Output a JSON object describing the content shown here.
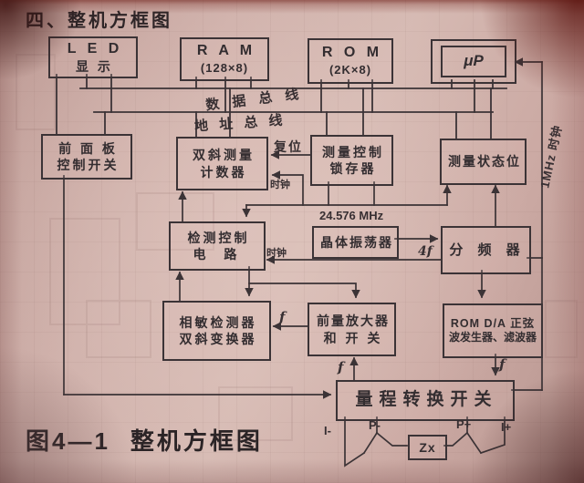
{
  "page": {
    "section_title": "四、整机方框图",
    "caption_number": "图4—1",
    "caption_title": "整机方框图"
  },
  "diagram": {
    "boxes": {
      "led": {
        "line1": "L E D",
        "line2": "显 示"
      },
      "ram": {
        "line1": "R A M",
        "line2": "(128×8)"
      },
      "rom": {
        "line1": "R O M",
        "line2": "(2K×8)"
      },
      "up": {
        "line1": "μP"
      },
      "front_panel": {
        "line1": "前 面 板",
        "line2": "控制开关"
      },
      "dual_slope_counter": {
        "line1": "双斜测量",
        "line2": "计数器"
      },
      "meas_ctrl_latch": {
        "line1": "测量控制",
        "line2": "锁存器"
      },
      "meas_status": {
        "line1": "测量状态位"
      },
      "detect_ctrl": {
        "line1": "检测控制",
        "line2": "电 路"
      },
      "crystal_osc": {
        "line1": "晶体振荡器"
      },
      "divider": {
        "line1": "分 频 器"
      },
      "phase_detector": {
        "line1": "相敏检测器",
        "line2": "双斜变换器"
      },
      "preamp": {
        "line1": "前量放大器",
        "line2": "和 开 关"
      },
      "rom_sine": {
        "line1": "ROM D/A 正弦",
        "line2": "波发生器、滤波器"
      },
      "range_switch": {
        "line1": "量程转换开关"
      },
      "zx": {
        "line1": "Zx"
      }
    },
    "bus_labels": {
      "data_bus": "数 据 总 线",
      "addr_bus": "地 址 总 线"
    },
    "wire_labels": {
      "reset": "复位",
      "counter_clock": "时钟",
      "crystal_freq": "24.576 MHz",
      "divider_clock": "时钟",
      "four_f": "4f",
      "one_mhz": "1MHz 时钟",
      "f_a": "f",
      "f_b": "f",
      "f_c": "f",
      "p_minus": "P-",
      "p_plus": "P+",
      "i_minus": "I-",
      "i_plus": "I+"
    }
  }
}
